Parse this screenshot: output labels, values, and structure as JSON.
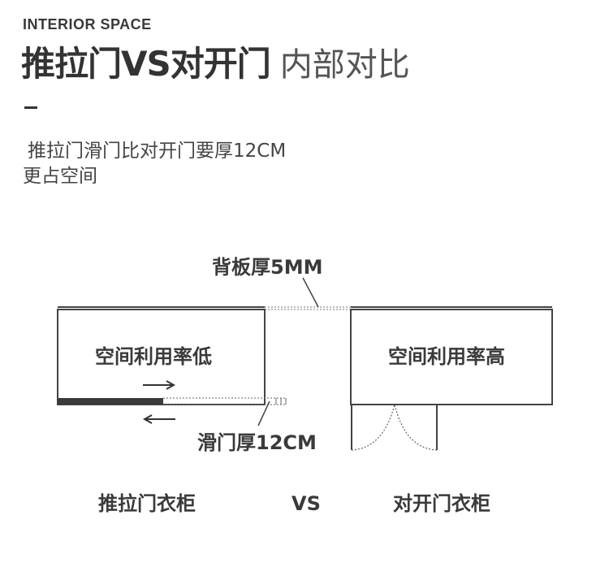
{
  "header": {
    "eyebrow": "INTERIOR SPACE",
    "title_strong": "推拉门VS对开门",
    "title_light": "内部对比"
  },
  "description": {
    "line1": "推拉门滑门比对开门要厚12CM",
    "line2": "更占空间"
  },
  "diagram": {
    "back_panel_label": "背板厚5MM",
    "left_cabinet_label": "空间利用率低",
    "right_cabinet_label": "空间利用率高",
    "slide_door_label": "滑门厚12CM",
    "left_caption": "推拉门衣柜",
    "vs_label": "VS",
    "right_caption": "对开门衣柜"
  },
  "colors": {
    "line": "#444444",
    "door_bar": "#3a3a3a",
    "text": "#333333"
  }
}
